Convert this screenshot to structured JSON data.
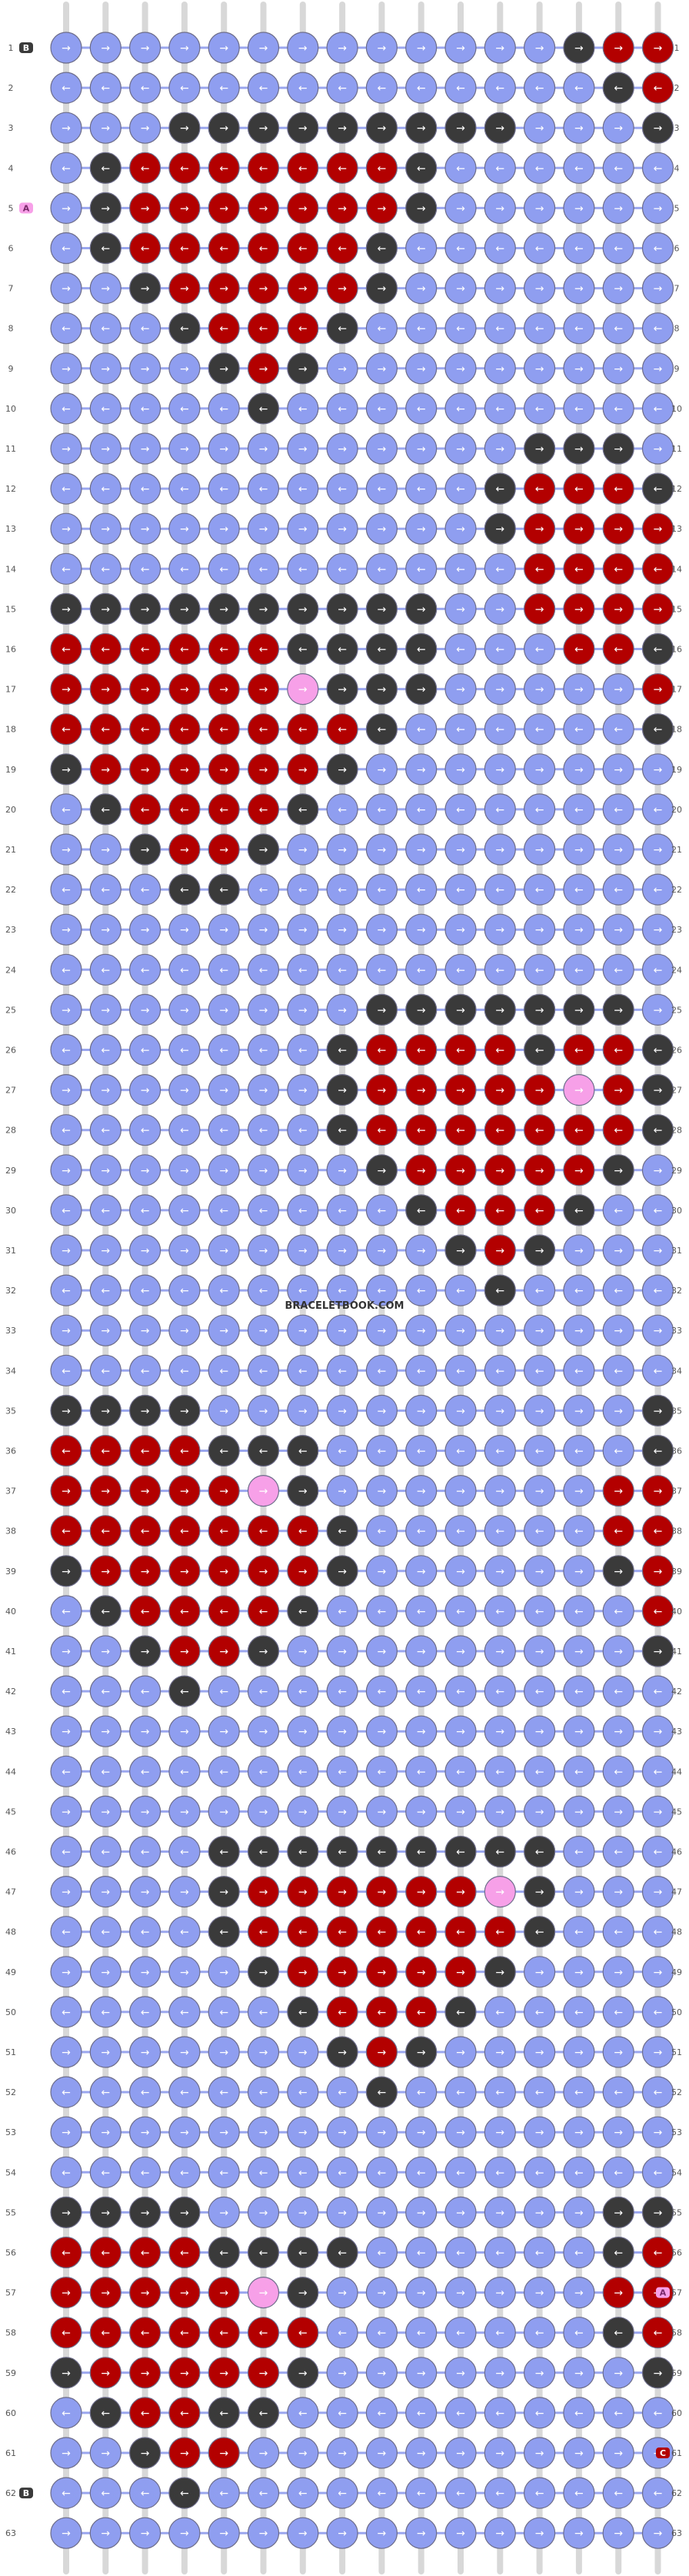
{
  "watermark": "BRACELETBOOK.COM",
  "strings": 16,
  "rows": 63,
  "colors": {
    "blue": "#8f9ef0",
    "red": "#b30000",
    "black": "#3a3a3a",
    "pink": "#f7a0e8",
    "string_gray": "#d8d8d8"
  },
  "end_labels": {
    "left": [
      {
        "row": 1,
        "text": "B",
        "color": "black"
      },
      {
        "row": 5,
        "text": "A",
        "color": "pink"
      },
      {
        "row": 62,
        "text": "B",
        "color": "black"
      }
    ],
    "right": [
      {
        "row": 57,
        "text": "A",
        "color": "pink"
      },
      {
        "row": 61,
        "text": "C",
        "color": "red"
      }
    ]
  },
  "grid": [
    "BBBBBBBBBBBBBKRR",
    "BBBBBBBBBBBBBBKR",
    "BBBKKKKKKKKKBBBK",
    "BKRRRRRRRKBBBBBB",
    "BKRRRRRRRKBBBBBB",
    "BKRRRRRRKBBBBBBB",
    "BBKRRRRRKBBBBBBB",
    "BBBKRRRKBBBBBBBB",
    "BBBBKRKBBBBBBBBB",
    "BBBBBKBBBBBBBBBB",
    "BBBBBBBBBBBBKKKB",
    "BBBBBBBBBBBKRRRK",
    "BBBBBBBBBBBKRRRR",
    "BBBBBBBBBBBBRRRR",
    "KKKKKKKKKKBBRRRR",
    "RRRRRRKKKKBBBRRK",
    "RRRRRRPKKKBBBBBR",
    "RRRRRRRRKBBBBBBK",
    "KRRRRRRKBBBBBBBB",
    "BKRRRRKBBBBBBBBB",
    "BBKRRKBBBBBBBBBB",
    "BBBKKBBBBBBBBBBB",
    "BBBBBBBBBBBBBBBB",
    "BBBBBBBBBBBBBBBB",
    "BBBBBBBBKKKKKKKB",
    "BBBBBBBKRRRRKRRK",
    "BBBBBBBKRRRRRPRK",
    "BBBBBBBKRRRRRRRK",
    "BBBBBBBBKRRRRRKB",
    "BBBBBBBBBKRRRKBB",
    "BBBBBBBBBBKRKBBB",
    "BBBBBBBBBBBKBBBB",
    "BBBBBBBBBBBBBBBB",
    "BBBBBBBBBBBBBBBB",
    "KKKKBBBBBBBBBBBK",
    "RRRRKKKBBBBBBBBK",
    "RRRRRPKBBBBBBBRR",
    "RRRRRRRKBBBBBBRR",
    "KRRRRRRKBBBBBBKR",
    "BKRRRRKBBBBBBBBR",
    "BBKRRKBBBBBBBBBK",
    "BBBKBBBBBBBBBBBB",
    "BBBBBBBBBBBBBBBB",
    "BBBBBBBBBBBBBBBB",
    "BBBBBBBBBBBBBBBB",
    "BBBBKKKKKKKKKBBB",
    "BBBBKRRRRRRPKBBB",
    "BBBBKRRRRRRRKBBB",
    "BBBBBKRRRRRKBBBB",
    "BBBBBBKRRRKBBBBB",
    "BBBBBBBKRKBBBBBB",
    "BBBBBBBBKBBBBBBB",
    "BBBBBBBBBBBBBBBB",
    "BBBBBBBBBBBBBBBB",
    "KKKKBBBBBBBBBBKK",
    "RRRRKKKKBBBBBBKR",
    "RRRRRPKBBBBBBBRR",
    "RRRRRRRBBBBBBBKR",
    "KRRRRRKBBBBBBBBK",
    "BKRRKKBBBBBBBBBB",
    "BBKRRBBBBBBBBBBB",
    "BBBKBBBBBBBBBBBB",
    "BBBBBBBBBBBBBBBB"
  ]
}
